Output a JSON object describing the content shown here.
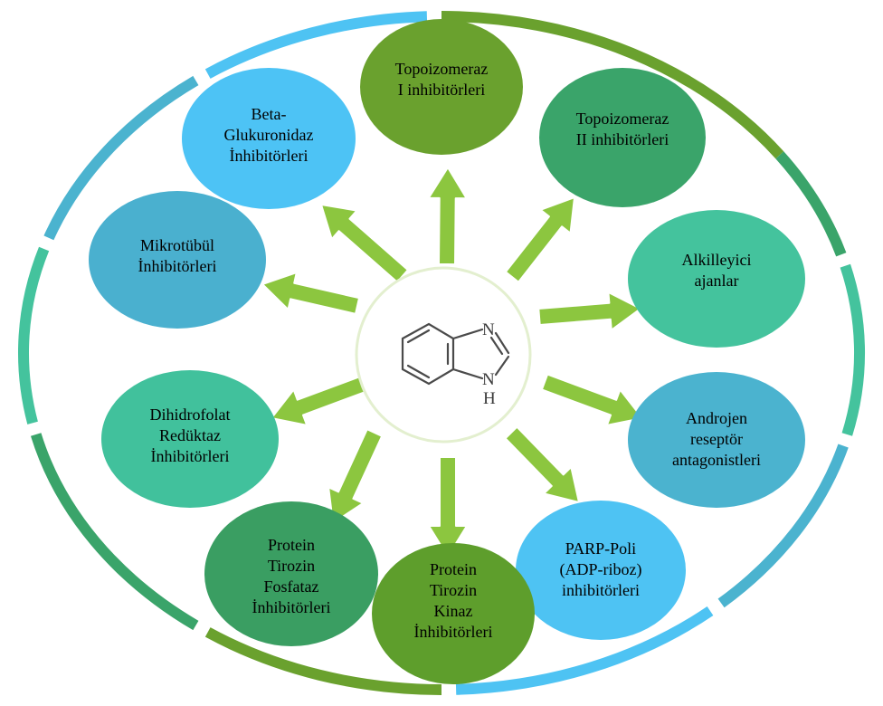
{
  "diagram": {
    "center": {
      "molecule": "benzimidazole",
      "atoms": {
        "n_top": "N",
        "n_bottom": "N",
        "h": "H"
      }
    },
    "nodes": [
      {
        "key": "topo1",
        "lines": [
          "Topoizomeraz",
          "I inhibitörleri"
        ],
        "color": "#6aa12e"
      },
      {
        "key": "topo2",
        "lines": [
          "Topoizomeraz",
          "II inhibitörleri"
        ],
        "color": "#3aa46a"
      },
      {
        "key": "alkyl",
        "lines": [
          "Alkilleyici",
          "ajanlar"
        ],
        "color": "#44c39d"
      },
      {
        "key": "andro",
        "lines": [
          "Androjen",
          "reseptör",
          "antagonistleri"
        ],
        "color": "#4bb3cf"
      },
      {
        "key": "parp",
        "lines": [
          "PARP-Poli",
          "(ADP-riboz)",
          "inhibitörleri"
        ],
        "color": "#4ec3f3"
      },
      {
        "key": "ptk",
        "lines": [
          "Protein",
          "Tirozin",
          "Kinaz",
          "İnhibitörleri"
        ],
        "color": "#5e9e2c"
      },
      {
        "key": "ptp",
        "lines": [
          "Protein",
          "Tirozin",
          "Fosfataz",
          "İnhibitörleri"
        ],
        "color": "#3a9e62"
      },
      {
        "key": "dhfr",
        "lines": [
          "Dihidrofolat",
          "Redüktaz",
          "İnhibitörleri"
        ],
        "color": "#41c19c"
      },
      {
        "key": "micro",
        "lines": [
          "Mikrotübül",
          "İnhibitörleri"
        ],
        "color": "#4ab0cf"
      },
      {
        "key": "gluc",
        "lines": [
          "Beta-",
          "Glukuronidaz",
          "İnhibitörleri"
        ],
        "color": "#4dc3f5"
      }
    ],
    "colors": {
      "arrow_fill": "#8cc63f",
      "arrow_stroke": "#ffffff",
      "center_fill": "#ffffff",
      "center_stroke": "#e3efcf",
      "ring": [
        "#6aa12e",
        "#3aa46a",
        "#44c39d",
        "#4bb3cf",
        "#4ec3f3"
      ]
    }
  }
}
